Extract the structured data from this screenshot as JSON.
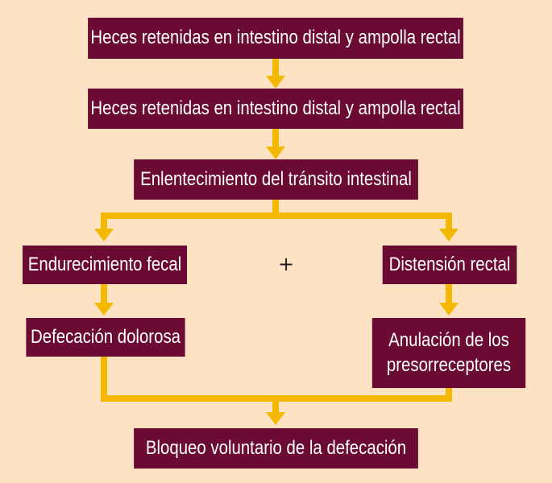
{
  "colors": {
    "background": "#FDE3C3",
    "box_fill": "#6B0A32",
    "box_text": "#FFFFFF",
    "connector": "#F5B800"
  },
  "nodes": {
    "heces_1": "Heces retenidas en intestino distal y ampolla rectal",
    "heces_2": "Heces retenidas en intestino distal y ampolla rectal",
    "enlentecimiento": "Enlentecimiento del tránsito intestinal",
    "endurecimiento": "Endurecimiento fecal",
    "distension": "Distensión rectal",
    "defecacion_dolorosa": "Defecación dolorosa",
    "anulacion_line1": "Anulación de los",
    "anulacion_line2": "presorreceptores",
    "bloqueo": "Bloqueo voluntario de la defecación"
  },
  "plus_sign": "+"
}
